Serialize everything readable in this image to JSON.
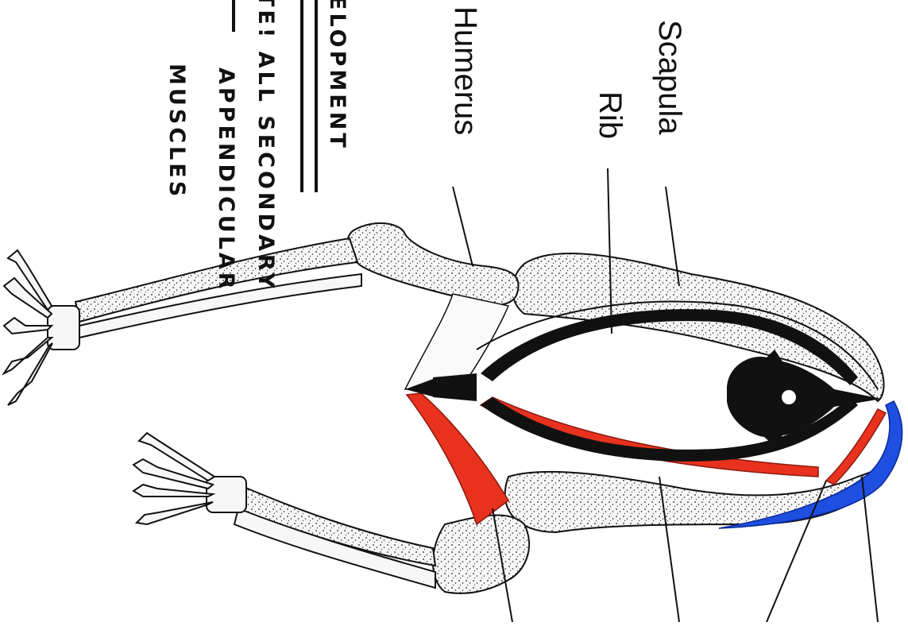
{
  "labels": {
    "scapula": "Scapula",
    "rib": "Rib",
    "humerus": "Humerus"
  },
  "notes": {
    "heading": "ELOPMENT",
    "line1": "TE!  ALL SECONDARY",
    "line2": "APPENDICULAR",
    "line3": "MUSCLES"
  },
  "colors": {
    "bone_outline": "#111111",
    "bone_fill": "#f4f4f4",
    "muscle_red": "#e8321e",
    "muscle_blue": "#1f4fe0",
    "line": "#111111"
  }
}
